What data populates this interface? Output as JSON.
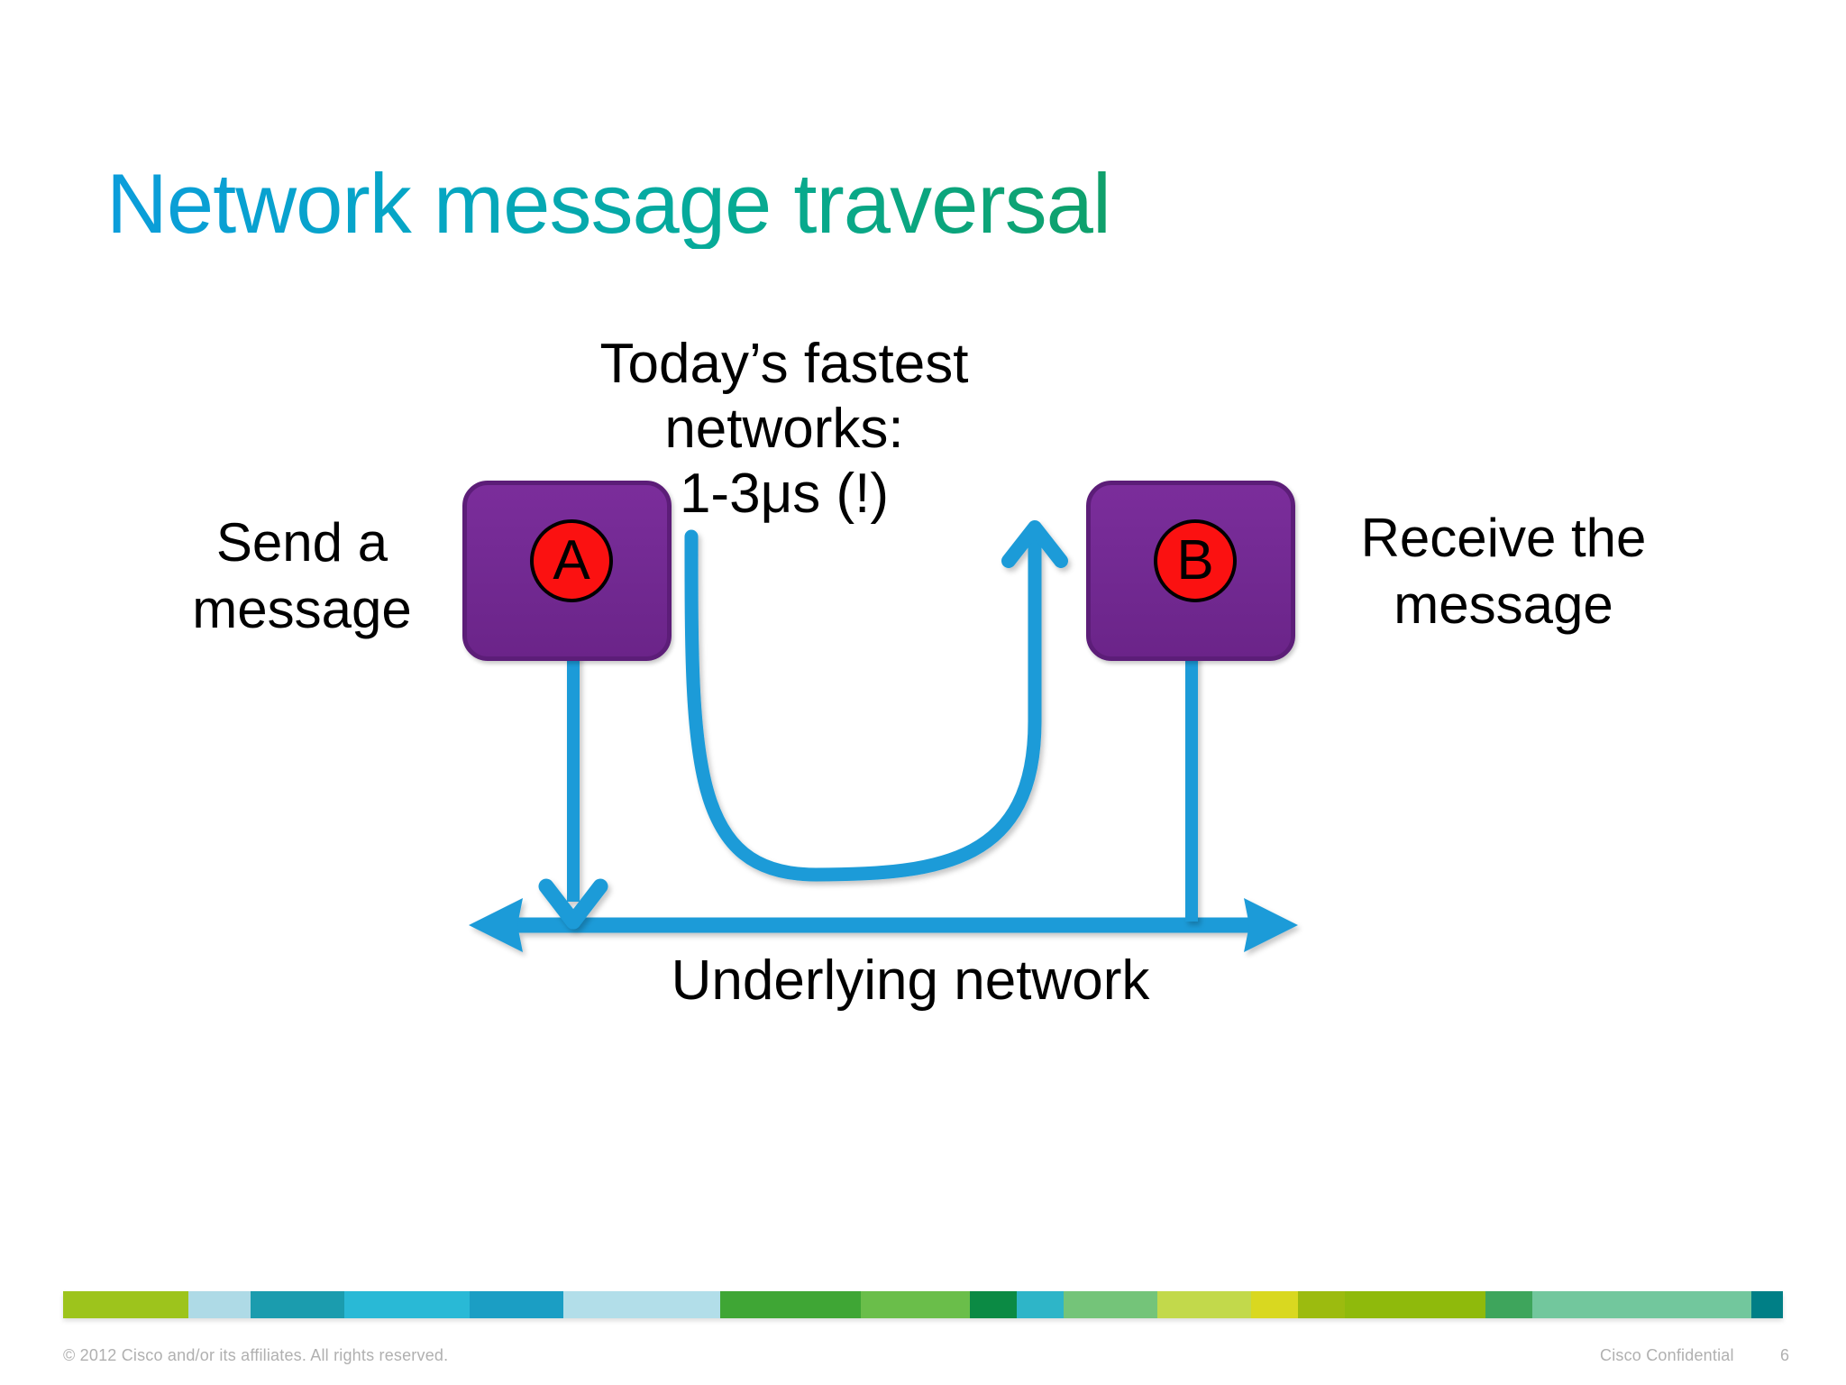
{
  "slide": {
    "title": "Network message traversal",
    "subtitle_line1": "Today’s fastest networks:",
    "subtitle_line2": "1-3μs (!)",
    "accent_title_start": "#0b9ddb",
    "accent_title_end": "#0fa06a"
  },
  "diagram": {
    "node_a": {
      "letter": "A",
      "box_color": "#732a93",
      "circle_color": "#fb1111"
    },
    "node_b": {
      "letter": "B",
      "box_color": "#732a93",
      "circle_color": "#fb1111"
    },
    "label_left": "Send a message",
    "label_left_line1": "Send a",
    "label_left_line2": "message",
    "label_right_line1": "Receive the",
    "label_right_line2": "message",
    "axis_label": "Underlying network",
    "arrow_color": "#1b9bd8"
  },
  "footer": {
    "copyright": "© 2012 Cisco and/or its affiliates. All rights reserved.",
    "confidential": "Cisco Confidential",
    "page_number": "6",
    "bar_segments": [
      {
        "color": "#9dc41c",
        "flex": 8
      },
      {
        "color": "#aedae6",
        "flex": 4
      },
      {
        "color": "#1b9cae",
        "flex": 6
      },
      {
        "color": "#29b9d6",
        "flex": 8
      },
      {
        "color": "#1b9ec4",
        "flex": 6
      },
      {
        "color": "#b2dee9",
        "flex": 10
      },
      {
        "color": "#3fa635",
        "flex": 9
      },
      {
        "color": "#6abe4a",
        "flex": 7
      },
      {
        "color": "#0b8a44",
        "flex": 3
      },
      {
        "color": "#2eb5c8",
        "flex": 3
      },
      {
        "color": "#74c479",
        "flex": 6
      },
      {
        "color": "#c2d94b",
        "flex": 6
      },
      {
        "color": "#d9d820",
        "flex": 3
      },
      {
        "color": "#9cbb0f",
        "flex": 3
      },
      {
        "color": "#8fba0c",
        "flex": 9
      },
      {
        "color": "#3ea55c",
        "flex": 3
      },
      {
        "color": "#72c79d",
        "flex": 14
      },
      {
        "color": "#007f86",
        "flex": 2
      }
    ]
  }
}
